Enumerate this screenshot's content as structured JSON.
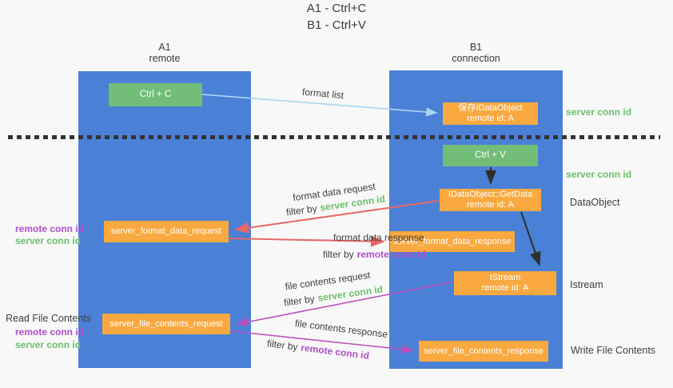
{
  "title": {
    "line1": "A1 - Ctrl+C",
    "line2": "B1 - Ctrl+V"
  },
  "lifelines": {
    "left": {
      "name": "A1",
      "role": "remote"
    },
    "right": {
      "name": "B1",
      "role": "connection"
    }
  },
  "boxes": {
    "ctrl_c": {
      "label": "Ctrl + C"
    },
    "save_idataobject": {
      "line1": "保存IDataObject",
      "line2": "remote id: A"
    },
    "ctrl_v": {
      "label": "Ctrl + V"
    },
    "getdata": {
      "line1": "IDataObject::GetData",
      "line2": "remote id: A"
    },
    "format_request": {
      "label": "server_format_data_request"
    },
    "format_response": {
      "label": "server_format_data_response"
    },
    "istream": {
      "line1": "IStream",
      "line2": "remote id: A"
    },
    "file_request": {
      "label": "server_file_contents_request"
    },
    "file_response": {
      "label": "server_file_contents_response"
    }
  },
  "arrow_labels": {
    "format_list": "format list",
    "format_data_request": "format data request",
    "format_data_response": "format data response",
    "file_contents_request": "file contents request",
    "file_contents_response": "file contents response",
    "filter_by": "filter by",
    "server_conn_id": "server conn id",
    "remote_conn_id": "remote conn id"
  },
  "side_labels": {
    "right_server_conn_id_1": "server conn id",
    "right_server_conn_id_2": "server conn id",
    "data_object": "DataObject",
    "istream": "Istream",
    "write_file_contents": "Write File Contents",
    "left_remote_conn_id_1": "remote conn id",
    "left_server_conn_id_1": "server conn id",
    "read_file_contents": "Read File Contents",
    "left_remote_conn_id_2": "remote conn id",
    "left_server_conn_id_2": "server conn id"
  },
  "colors": {
    "lane_blue": "#4a81d6",
    "box_green": "#72bd78",
    "box_orange": "#f9a93f",
    "text_green": "#6abf6a",
    "text_purple": "#af4fc9",
    "arrow_red": "#e86767",
    "arrow_magenta": "#bc51bd",
    "arrow_light_blue": "#a8d6f0",
    "arrow_black": "#2e2e2e",
    "divider": "#333333"
  }
}
